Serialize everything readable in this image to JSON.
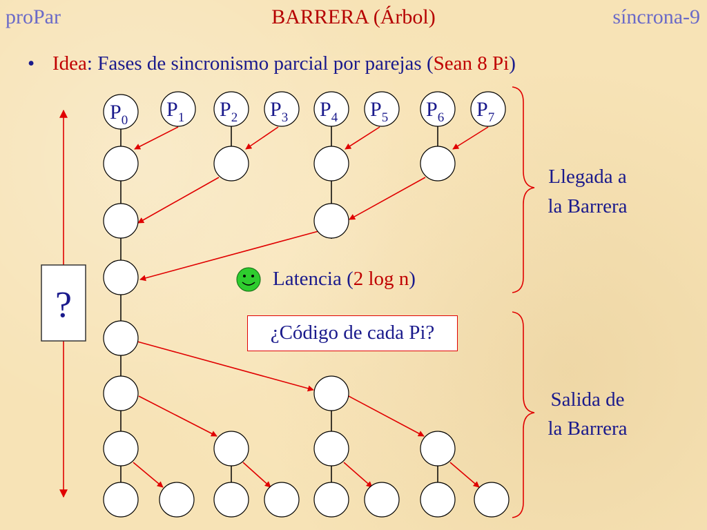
{
  "header": {
    "left": "proPar",
    "center": "BARRERA (Árbol)",
    "right": "síncrona-9"
  },
  "idea": {
    "bullet": "•",
    "label": "Idea",
    "sep": ": ",
    "text": "Fases de sincronismo parcial por parejas (",
    "highlight": "Sean 8 Pi",
    "close": ")"
  },
  "processes": [
    {
      "base": "P",
      "sub": "0"
    },
    {
      "base": "P",
      "sub": "1"
    },
    {
      "base": "P",
      "sub": "2"
    },
    {
      "base": "P",
      "sub": "3"
    },
    {
      "base": "P",
      "sub": "4"
    },
    {
      "base": "P",
      "sub": "5"
    },
    {
      "base": "P",
      "sub": "6"
    },
    {
      "base": "P",
      "sub": "7"
    }
  ],
  "question_box": "?",
  "arrival": {
    "line1": "Llegada a",
    "line2": "la Barrera"
  },
  "exit": {
    "line1": "Salida de",
    "line2": "la Barrera"
  },
  "latency": {
    "label": "Latencia (",
    "value": "2 log n",
    "close": ")",
    "icon": "smiley-face-icon"
  },
  "code_question": "¿Código de cada Pi?",
  "colors": {
    "background": "#f7e3b6",
    "title": "#b50000",
    "header_side": "#6a6ac8",
    "text": "#1a1a8c",
    "arrow": "#e00000",
    "smiley": "#2ecc2e"
  }
}
